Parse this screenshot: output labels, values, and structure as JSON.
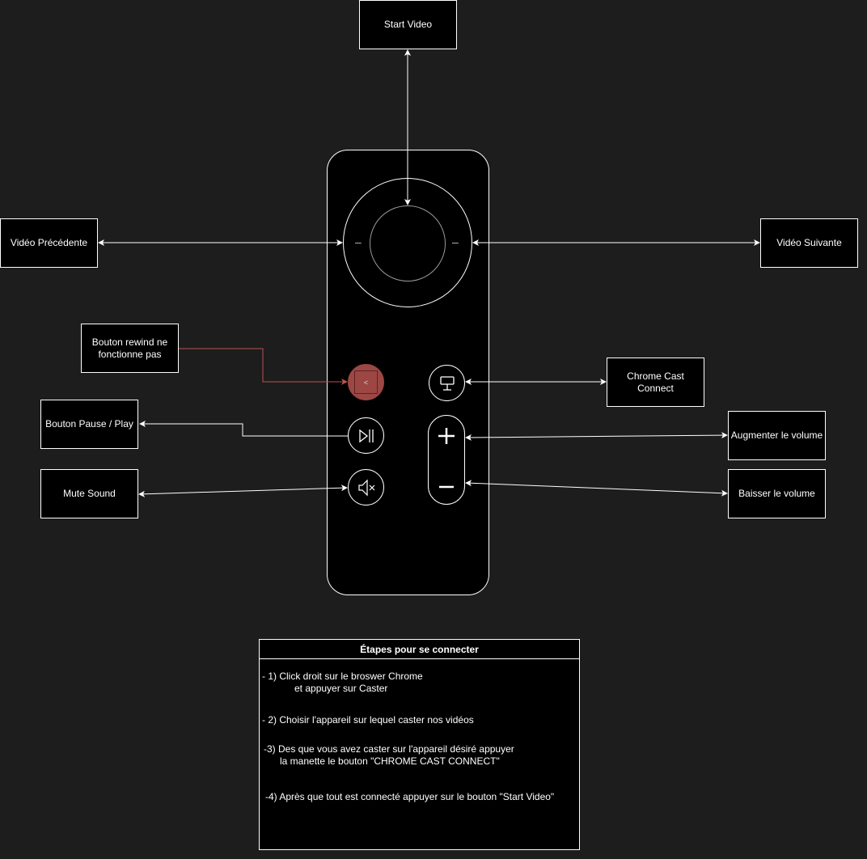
{
  "labels": {
    "start_video": "Start Video",
    "video_precedente": "Vidéo Précédente",
    "video_suivante": "Vidéo Suivante",
    "rewind_broken": "Bouton rewind ne fonctionne pas",
    "chrome_cast": "Chrome Cast Connect",
    "pause_play": "Bouton Pause / Play",
    "volume_up": "Augmenter le volume",
    "mute": "Mute Sound",
    "volume_down": "Baisser le volume"
  },
  "remote": {
    "ring_left_symbol": "–",
    "ring_right_symbol": "–",
    "rewind_symbol": "<"
  },
  "steps": {
    "title": "Étapes pour se connecter",
    "items": [
      "- 1) Click droit sur le broswer Chrome\n            et appuyer sur Caster",
      "- 2) Choisir l'appareil sur lequel caster nos vidéos",
      "-3) Des que vous avez caster sur l'appareil désiré appuyer\n      la manette le bouton \"CHROME CAST CONNECT\"",
      "-4) Après que tout est connecté appuyer sur le bouton \"Start Video\""
    ]
  },
  "colors": {
    "background": "#1d1d1d",
    "stroke": "#ffffff",
    "error": "#b85450",
    "error_fill": "#f8cecc"
  }
}
